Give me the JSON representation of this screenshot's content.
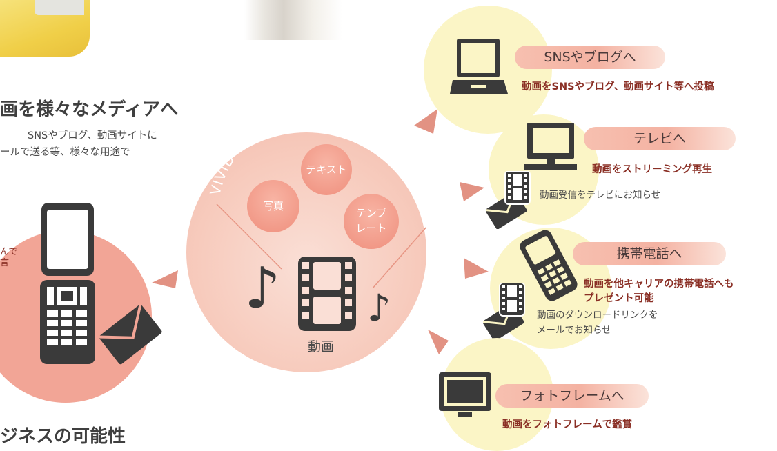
{
  "left": {
    "heading1": "画を様々なメディアへ",
    "desc_line1": "SNSやブログ、動画サイトに",
    "desc_line2": "ールで送る等、様々な用途で",
    "cut_line1": "んで",
    "cut_line2": "言",
    "heading2": "ジネスの可能性"
  },
  "hub": {
    "arc_title": "VIVID Communicator System",
    "items": [
      "テキスト",
      "写真",
      "テンプ\nレート"
    ],
    "item_labels": {
      "text": "テキスト",
      "photo": "写真",
      "template_line1": "テンプ",
      "template_line2": "レート"
    },
    "video_label": "動画"
  },
  "destinations": [
    {
      "title": "SNSやブログへ",
      "description": "動画をSNSやブログ、動画サイト等へ投稿"
    },
    {
      "title": "テレビへ",
      "description": "動画をストリーミング再生",
      "note": "動画受信をテレビにお知らせ"
    },
    {
      "title": "携帯電話へ",
      "description_line1": "動画を他キャリアの携帯電話へも",
      "description_line2": "プレゼント可能",
      "note_line1": "動画のダウンロードリンクを",
      "note_line2": "メールでお知らせ"
    },
    {
      "title": "フォトフレームへ",
      "description": "動画をフォトフレームで鑑賞"
    }
  ],
  "colors": {
    "accent_pink": "#f2a596",
    "arrow": "#e29283",
    "dark_icon": "#3a3a3a",
    "yellow_bg": "#fbf5c6",
    "brown_text": "#8a2f25"
  }
}
